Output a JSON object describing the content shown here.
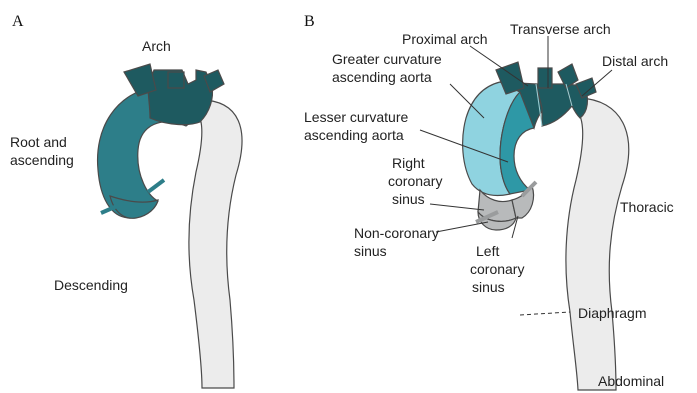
{
  "panels": {
    "a": {
      "letter": "A",
      "labels": {
        "arch": "Arch",
        "root_line1": "Root and",
        "root_line2": "ascending",
        "descending": "Descending"
      }
    },
    "b": {
      "letter": "B",
      "labels": {
        "proximal_arch": "Proximal arch",
        "transverse_arch": "Transverse arch",
        "distal_arch": "Distal arch",
        "greater_line1": "Greater curvature",
        "greater_line2": "ascending aorta",
        "lesser_line1": "Lesser curvature",
        "lesser_line2": "ascending aorta",
        "right_cor_line1": "Right",
        "right_cor_line2": "coronary",
        "right_cor_line3": "sinus",
        "noncor_line1": "Non-coronary",
        "noncor_line2": "sinus",
        "left_cor_line1": "Left",
        "left_cor_line2": "coronary",
        "left_cor_line3": "sinus",
        "thoracic": "Thoracic",
        "diaphragm": "Diaphragm",
        "abdominal": "Abdominal"
      }
    }
  },
  "colors": {
    "arch_dark": "#1e5a60",
    "root_teal": "#2d7e89",
    "greater_light": "#8fd3e0",
    "lesser_teal": "#2e98a6",
    "sinus_gray": "#b8babb",
    "descending_gray": "#ececec"
  }
}
